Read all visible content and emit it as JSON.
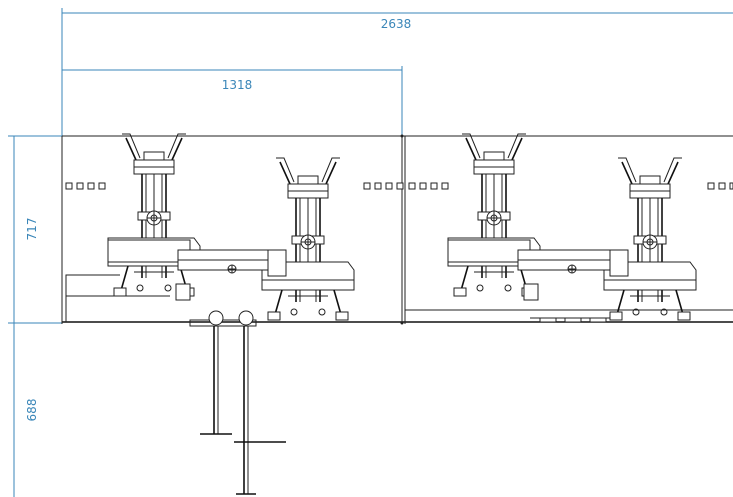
{
  "dimensions": {
    "total_width": "2638",
    "half_width": "1318",
    "upper_height": "717",
    "lower_height": "688"
  },
  "colors": {
    "dimension": "#3a86b8",
    "line": "#222222",
    "background": "#ffffff"
  }
}
